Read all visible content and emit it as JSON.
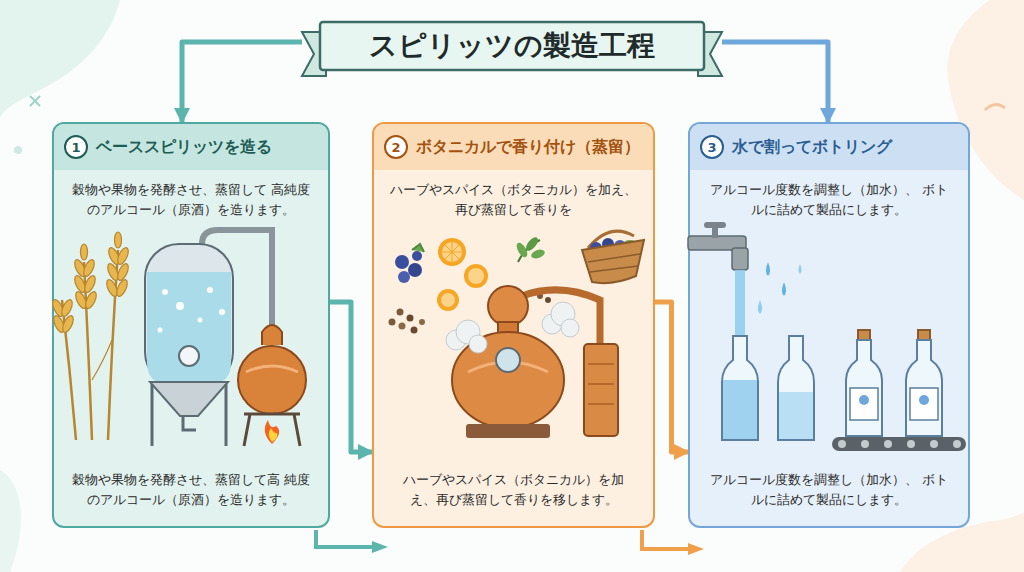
{
  "diagram": {
    "nodes": [
      {
        "text": [
          "スピリッツの製造工程"
        ]
      },
      {
        "text": [
          "1",
          "ベーススピリッツを造る",
          "穀物や果物を発酵させ、蒸留して 高純度のアルコール（原酒）を造ります。",
          "穀物や果物を発酵させ、蒸留して高 純度のアルコール（原酒）を造ります。"
        ]
      },
      {
        "text": [
          "2",
          "ボタニカルで香り付け（蒸留）",
          "ハーブやスパイス（ボタニカル）を加え、 再び蒸留して香りを",
          "ハーブやスパイス（ボタニカル）を加 え、再び蒸留して香りを移します。"
        ]
      },
      {
        "text": [
          "3",
          "水で割ってボトリング",
          "アルコール度数を調整し（加水）、 ボトルに詰めて製品にします。",
          "アルコール度数を調整し（加水）、 ボトルに詰めて製品にします。"
        ]
      }
    ],
    "edges": [
      {
        "from": 0,
        "to": 1,
        "arrow": "to"
      },
      {
        "from": 0,
        "to": 3,
        "arrow": "to"
      },
      {
        "from": 1,
        "to": 2,
        "arrow": "to"
      },
      {
        "from": 2,
        "to": 3,
        "arrow": "to"
      }
    ]
  }
}
